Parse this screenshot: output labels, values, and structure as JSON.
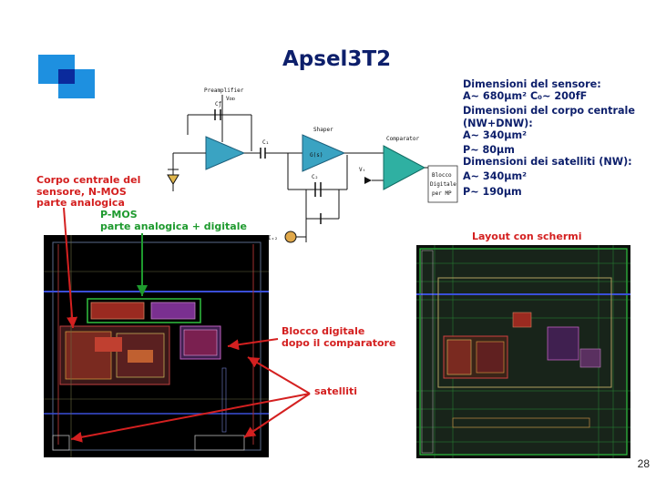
{
  "slide": {
    "title": "Apsel3T2",
    "page_number": "28",
    "colors": {
      "title_text": "#0d1f6b",
      "logo_light_blue": "#1e90e0",
      "logo_dark_blue": "#0a2a9c",
      "annotation_red": "#d42020",
      "annotation_green": "#1e9a2e",
      "layout_background": "#000000"
    }
  },
  "specs": [
    "Dimensioni del sensore:",
    "A~ 680μm²   C₀~ 200fF",
    "Dimensioni del corpo centrale",
    "(NW+DNW):",
    "A~ 340μm²",
    "P~ 80μm",
    "Dimensioni dei satelliti (NW):",
    "A~ 340μm²",
    "P~ 190μm"
  ],
  "annotations": {
    "corpo_centrale": "Corpo centrale del sensore, N-MOS parte analogica",
    "pmos_line1": "P-MOS",
    "pmos_line2": "parte analogica + digitale",
    "layout_con_schermi": "Layout con schermi",
    "blocco_digitale_line1": "Blocco digitale",
    "blocco_digitale_line2": "dopo il comparatore",
    "satelliti": "satelliti"
  },
  "schematic": {
    "preamplifier": "Preamplifier",
    "vdd": "Vᴅᴅ",
    "cf": "Cƒ",
    "shaper": "Shaper",
    "gs": "G(s)",
    "c1": "C₁",
    "c2": "C₂",
    "vt": "Vₜ",
    "comparator": "Comparator",
    "ifb": "Iₓ₂",
    "blocco_box": [
      "Blocco",
      "Digitale",
      "per MP"
    ]
  }
}
